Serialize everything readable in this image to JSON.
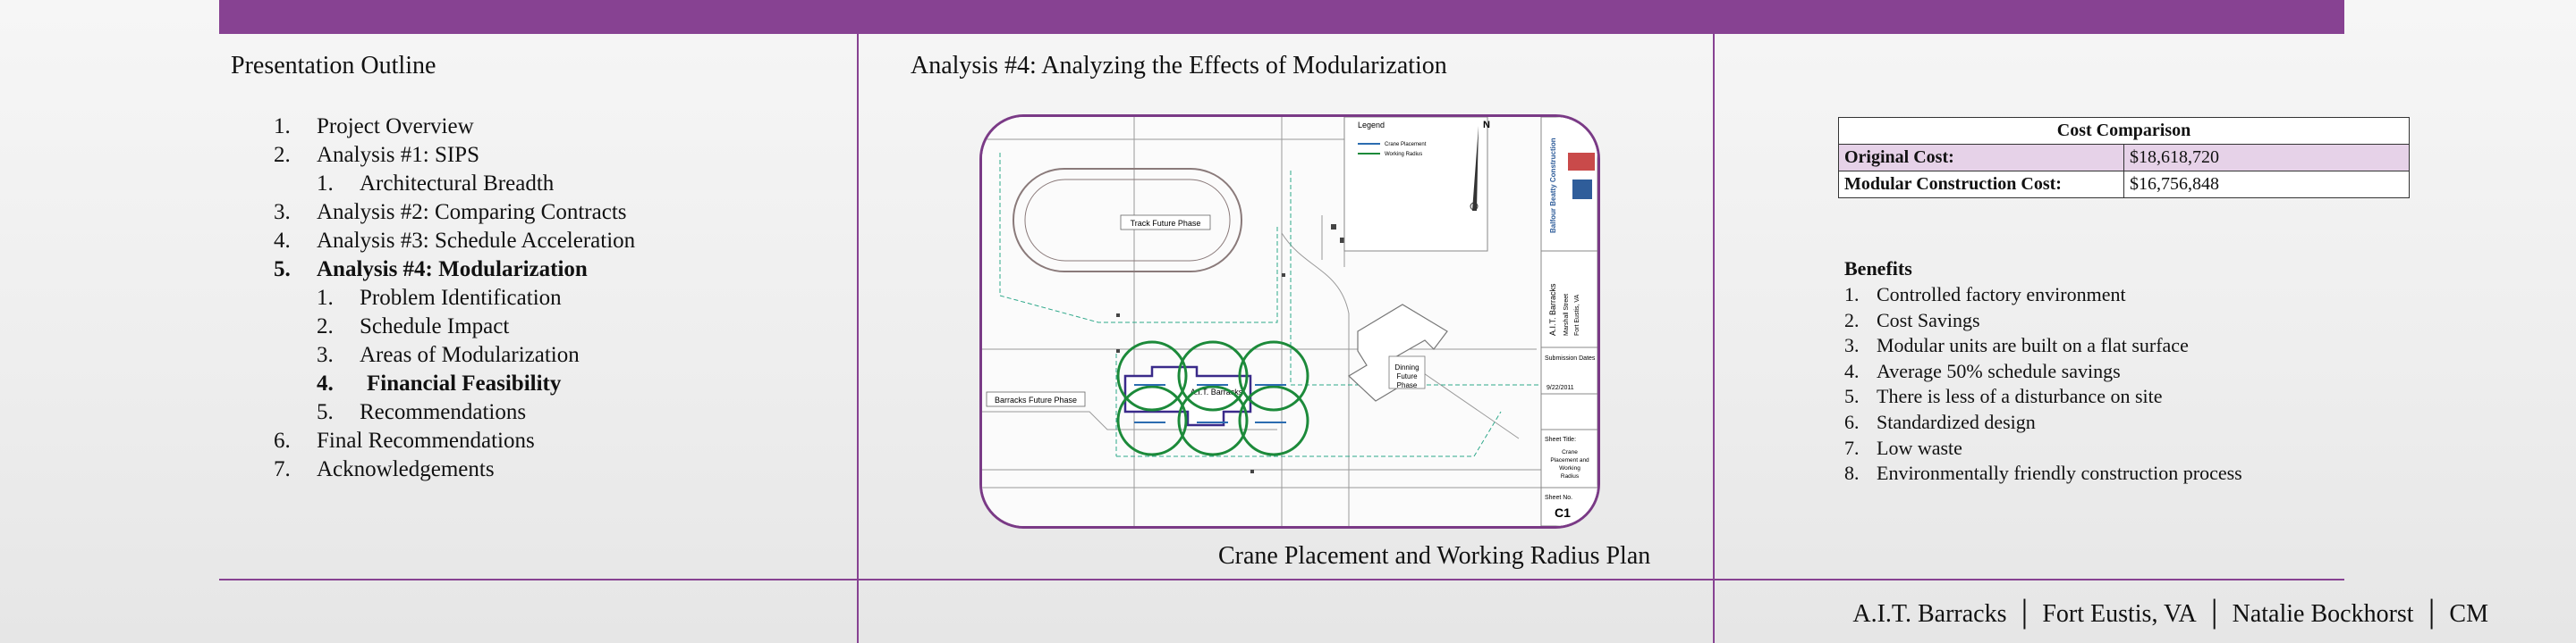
{
  "outline": {
    "title": "Presentation Outline",
    "items": [
      {
        "num": "1.",
        "text": "Project Overview",
        "bold": false,
        "level": 1
      },
      {
        "num": "2.",
        "text": "Analysis #1: SIPS",
        "bold": false,
        "level": 1
      },
      {
        "num": "1.",
        "text": "Architectural Breadth",
        "bold": false,
        "level": 2
      },
      {
        "num": "3.",
        "text": "Analysis #2: Comparing Contracts",
        "bold": false,
        "level": 1
      },
      {
        "num": "4.",
        "text": "Analysis #3: Schedule Acceleration",
        "bold": false,
        "level": 1
      },
      {
        "num": "5.",
        "text": "Analysis #4: Modularization",
        "bold": true,
        "level": 1
      },
      {
        "num": "1.",
        "text": "Problem Identification",
        "bold": false,
        "level": 2
      },
      {
        "num": "2.",
        "text": "Schedule Impact",
        "bold": false,
        "level": 2
      },
      {
        "num": "3.",
        "text": "Areas of Modularization",
        "bold": false,
        "level": 2
      },
      {
        "num": "4.",
        "text": "Financial Feasibility",
        "bold": true,
        "level": 2
      },
      {
        "num": "5.",
        "text": "Recommendations",
        "bold": false,
        "level": 2
      },
      {
        "num": "6.",
        "text": "Final Recommendations",
        "bold": false,
        "level": 1
      },
      {
        "num": "7.",
        "text": "Acknowledgements",
        "bold": false,
        "level": 1
      }
    ]
  },
  "analysis": {
    "title": "Analysis #4: Analyzing the Effects of Modularization",
    "caption": "Crane Placement and Working Radius Plan"
  },
  "plan": {
    "legend_title": "Legend",
    "legend_items": [
      "Crane Placement",
      "Working Radius"
    ],
    "north": "N",
    "track_label": "Track Future Phase",
    "barracks_future_label": "Barracks Future Phase",
    "building_label": "A.I.T. Barracks",
    "dining_label": [
      "Dinning",
      "Future",
      "Phase"
    ],
    "title_block": {
      "firm": "Balfour Beatty Construction",
      "project": "A.I.T. Barracks",
      "street": "Marshall Street",
      "city": "Fort Eustis, VA",
      "submission_label": "Submission Dates",
      "date": "9/22/2011",
      "sheet_title_label": "Sheet Title:",
      "sheet_title": [
        "Crane",
        "Placement and",
        "Working",
        "Radius"
      ],
      "sheet_no_label": "Sheet No.",
      "sheet_no": "C1"
    },
    "colors": {
      "crane": "#1c8a3a",
      "radius_line": "#2b6cb0",
      "building": "#3a2a8a",
      "frame": "#7a3a86"
    }
  },
  "cost": {
    "title": "Cost Comparison",
    "rows": [
      {
        "label": "Original Cost:",
        "value": "$18,618,720"
      },
      {
        "label": "Modular Construction Cost:",
        "value": "$16,756,848"
      }
    ]
  },
  "benefits": {
    "heading": "Benefits",
    "items": [
      "Controlled factory environment",
      "Cost Savings",
      "Modular units are built on a flat surface",
      "Average 50% schedule savings",
      "There is less of a disturbance on site",
      "Standardized design",
      "Low waste",
      "Environmentally friendly construction process"
    ]
  },
  "footer": {
    "project": "A.I.T. Barracks",
    "location": "Fort Eustis, VA",
    "author": "Natalie Bockhorst",
    "option": "CM"
  },
  "colors": {
    "accent": "#874292"
  }
}
